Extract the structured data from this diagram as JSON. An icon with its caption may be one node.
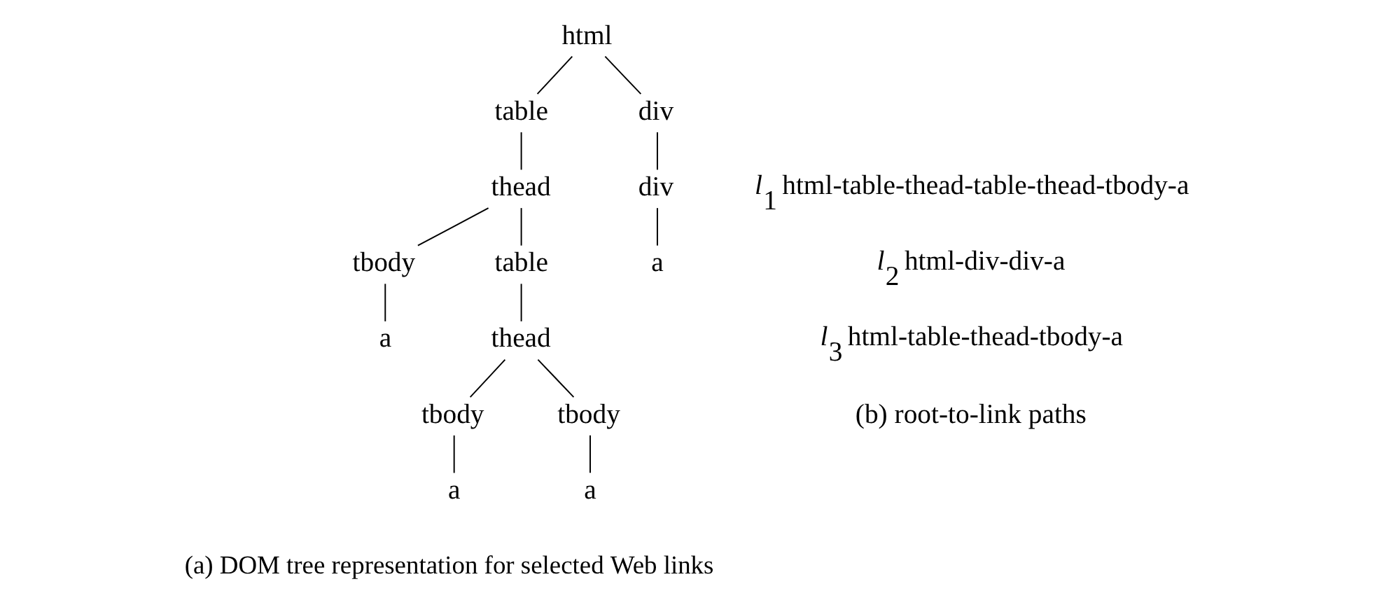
{
  "diagram": {
    "nodes": [
      {
        "text": [
          "html"
        ]
      },
      {
        "text": [
          "table"
        ]
      },
      {
        "text": [
          "div"
        ]
      },
      {
        "text": [
          "thead"
        ]
      },
      {
        "text": [
          "div"
        ]
      },
      {
        "text": [
          "tbody"
        ]
      },
      {
        "text": [
          "table"
        ]
      },
      {
        "text": [
          "a"
        ]
      },
      {
        "text": [
          "a"
        ]
      },
      {
        "text": [
          "thead"
        ]
      },
      {
        "text": [
          "tbody"
        ]
      },
      {
        "text": [
          "tbody"
        ]
      },
      {
        "text": [
          "a"
        ]
      },
      {
        "text": [
          "a"
        ]
      }
    ],
    "edges": [
      {
        "from": 0,
        "to": 1,
        "arrow": "none"
      },
      {
        "from": 0,
        "to": 2,
        "arrow": "none"
      },
      {
        "from": 1,
        "to": 3,
        "arrow": "none"
      },
      {
        "from": 2,
        "to": 4,
        "arrow": "none"
      },
      {
        "from": 3,
        "to": 5,
        "arrow": "none"
      },
      {
        "from": 3,
        "to": 6,
        "arrow": "none"
      },
      {
        "from": 4,
        "to": 7,
        "arrow": "none"
      },
      {
        "from": 5,
        "to": 8,
        "arrow": "none"
      },
      {
        "from": 6,
        "to": 9,
        "arrow": "none"
      },
      {
        "from": 9,
        "to": 10,
        "arrow": "none"
      },
      {
        "from": 9,
        "to": 11,
        "arrow": "none"
      },
      {
        "from": 10,
        "to": 12,
        "arrow": "none"
      },
      {
        "from": 11,
        "to": 13,
        "arrow": "none"
      }
    ],
    "labels": [
      "*l*$_{1}$ html-table-thead-table-thead-tbody-a",
      "*l*$_{2}$ html-div-div-a",
      "*l*$_{3}$ html-table-thead-tbody-a",
      "(b) root-to-link paths",
      "(a) DOM tree representation for selected Web links"
    ]
  }
}
